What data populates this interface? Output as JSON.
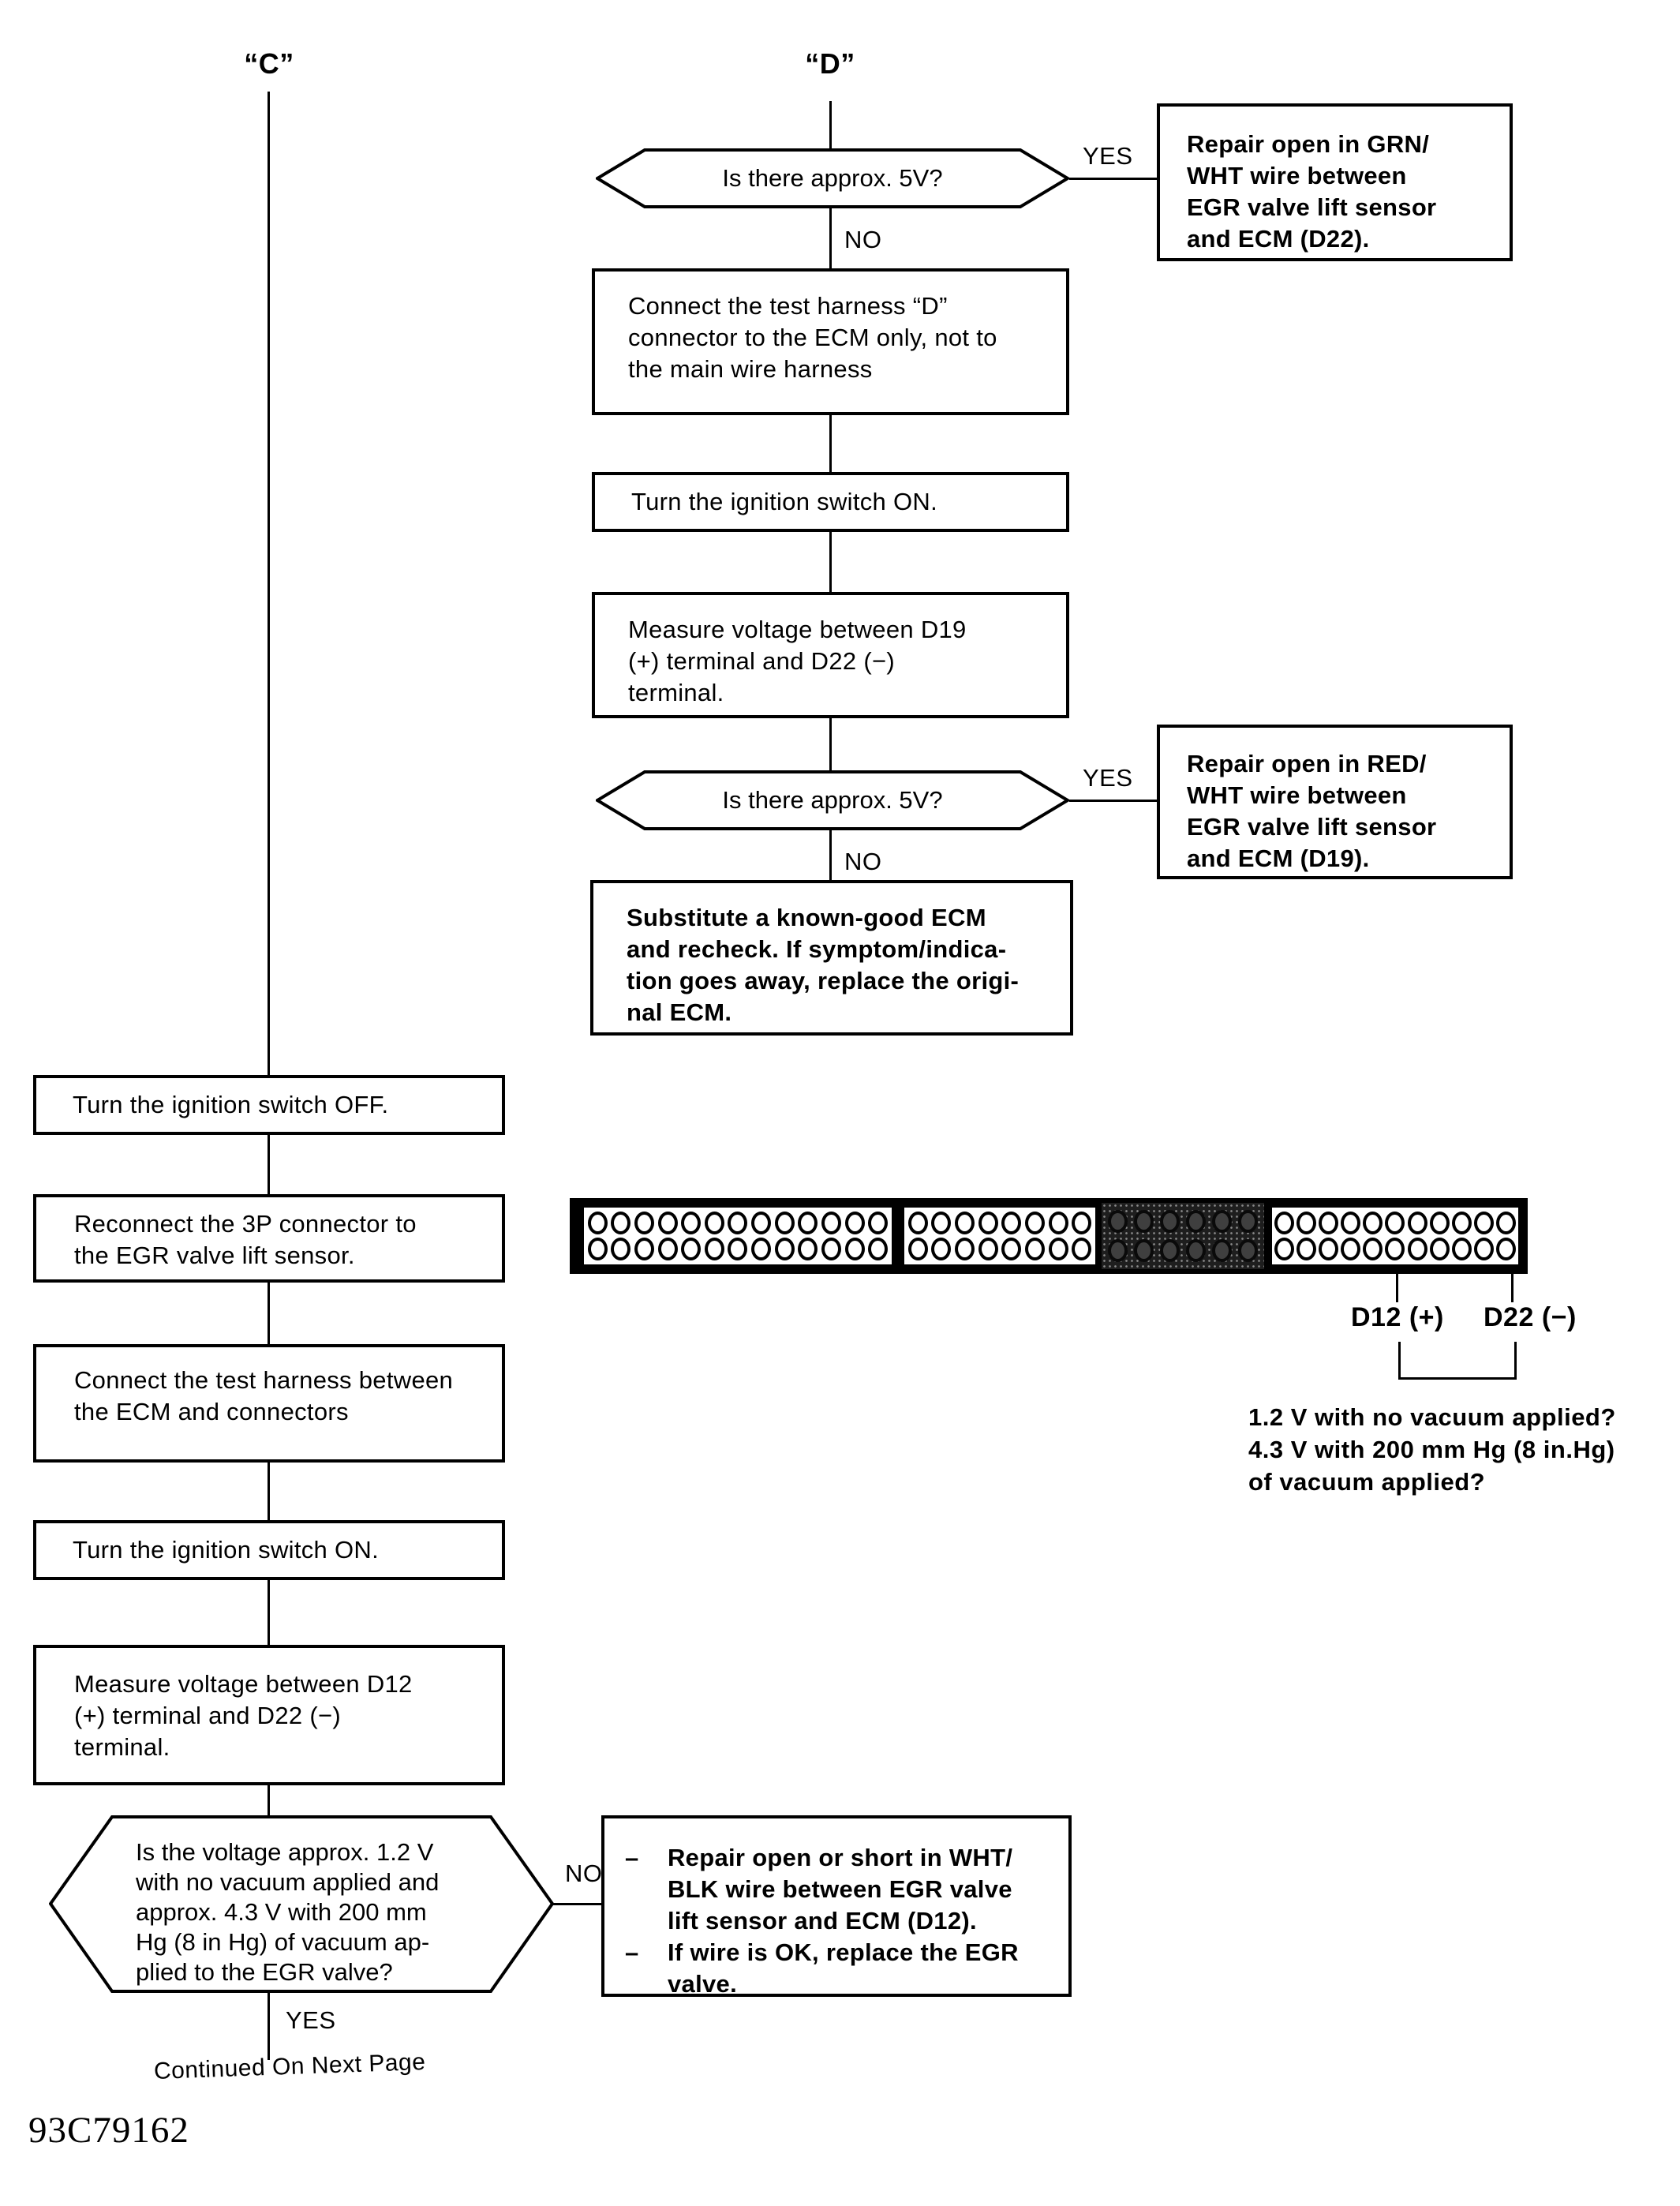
{
  "page": {
    "code": "93C79162",
    "continued": "Continued On Next Page"
  },
  "labels": {
    "branch_c": "“C”",
    "branch_d": "“D”",
    "yes": "YES",
    "no": "NO",
    "dash": "–"
  },
  "colors": {
    "ink": "#000000",
    "paper": "#ffffff"
  },
  "flow_d": {
    "decision_5v_1": "Is there approx. 5V?",
    "repair_grn_wht": "Repair open in GRN/\nWHT wire between\nEGR valve lift sensor\nand ECM (D22).",
    "connect_test_harness_d": "Connect the test harness “D”\nconnector to the ECM only, not to\nthe main wire harness",
    "ignition_on": "Turn the ignition switch ON.",
    "measure_d19": "Measure voltage between D19\n(+) terminal and D22 (−)\nterminal.",
    "decision_5v_2": "Is there approx. 5V?",
    "repair_red_wht": "Repair open in RED/\nWHT wire between\nEGR valve lift sensor\nand ECM (D19).",
    "substitute_ecm": "Substitute a known-good ECM\nand recheck. If symptom/indica-\ntion goes away, replace the origi-\nnal ECM."
  },
  "flow_c": {
    "ignition_off": "Turn the ignition switch OFF.",
    "reconnect_3p": "Reconnect the 3P connector to\nthe EGR valve lift sensor.",
    "connect_harness": "Connect the test harness between\nthe ECM and  connectors",
    "ignition_on": "Turn the ignition switch ON.",
    "measure_d12": "Measure voltage between D12\n(+) terminal and D22 (−)\nterminal.",
    "decision_voltage": "Is the voltage approx. 1.2 V\nwith no vacuum applied and\napprox. 4.3 V with 200 mm\nHg (8 in Hg) of vacuum ap-\nplied to the EGR valve?",
    "repair_wht_blk_items": [
      "Repair open or short in WHT/\nBLK wire between EGR valve\nlift sensor and ECM (D12).",
      "If wire is OK, replace the EGR\nvalve."
    ]
  },
  "connector": {
    "rows": 2,
    "sections": [
      {
        "style": "plain",
        "cols": 13
      },
      {
        "style": "plain",
        "cols": 8
      },
      {
        "style": "shaded",
        "cols": 6
      },
      {
        "style": "plain",
        "cols": 11
      }
    ],
    "pin_labels": {
      "d12": "D12 (+)",
      "d22": "D22 (−)"
    },
    "question": "1.2 V with no vacuum applied?\n4.3 V with 200 mm Hg (8 in.Hg)\nof vacuum applied?"
  }
}
